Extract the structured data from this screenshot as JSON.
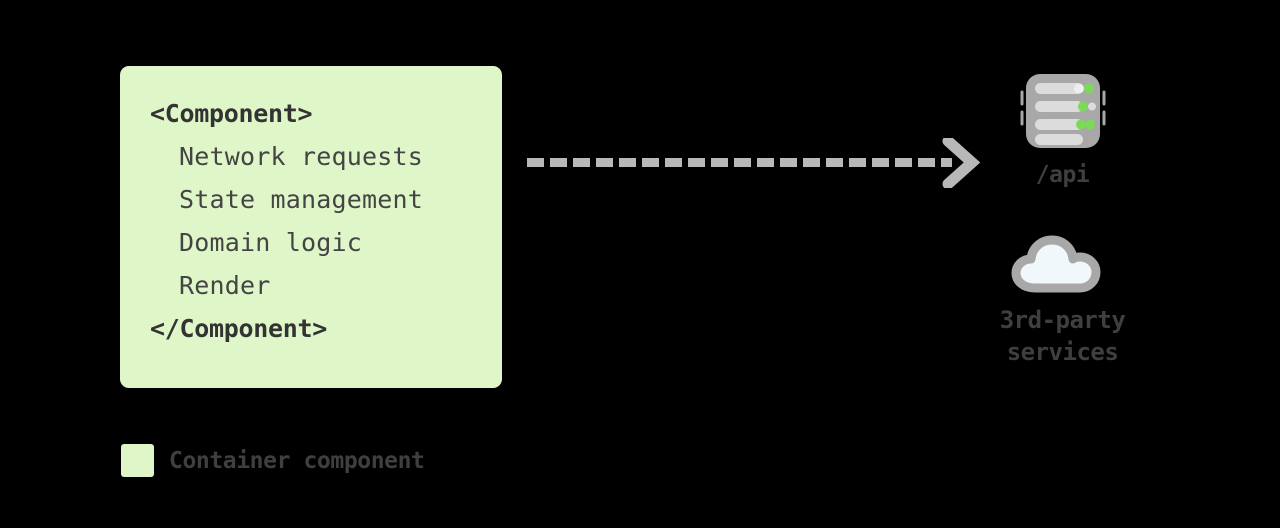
{
  "diagram": {
    "background_color": "#000000",
    "container": {
      "fill_color": "#DFF7C8",
      "code_lines": [
        {
          "text": "<Component>",
          "style": "tag"
        },
        {
          "text": "Network requests",
          "style": "inner"
        },
        {
          "text": "State management",
          "style": "inner"
        },
        {
          "text": "Domain logic",
          "style": "inner"
        },
        {
          "text": "Render",
          "style": "inner"
        },
        {
          "text": "</Component>",
          "style": "tag"
        }
      ]
    },
    "arrow": {
      "icon": "dashed-arrow-right-icon",
      "color": "#B8B8B8",
      "style": "dashed",
      "direction": "right"
    },
    "nodes": [
      {
        "id": "api-server",
        "icon": "server-icon",
        "label": "/api",
        "icon_color": "#A8A8A8",
        "accent_color": "#7DD957"
      },
      {
        "id": "third-party-services",
        "icon": "cloud-icon",
        "label": "3rd-party\nservices",
        "icon_color": "#A8A8A8",
        "accent_color": "#F0F8FC"
      }
    ],
    "legend": [
      {
        "swatch_color": "#DFF7C8",
        "label": "Container component"
      }
    ]
  }
}
